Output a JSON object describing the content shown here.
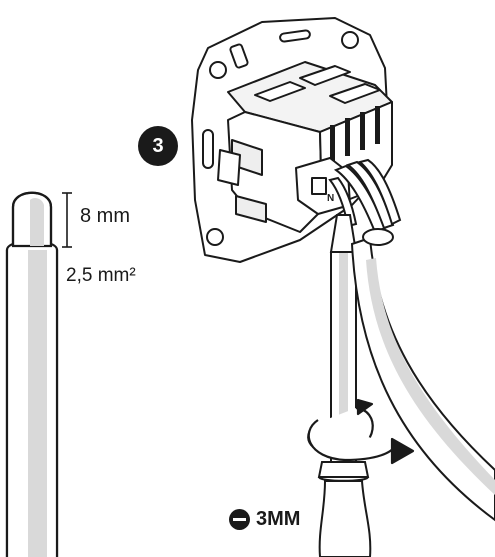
{
  "step": {
    "number": "3"
  },
  "wire": {
    "strip_length": "8 mm",
    "cross_section": "2,5 mm²"
  },
  "tool": {
    "size": "3MM"
  },
  "terminal_marks": {
    "neutral": "N"
  },
  "colors": {
    "ink": "#1a1a1a",
    "cable_shade": "#d9d9d9",
    "paper": "#ffffff"
  }
}
